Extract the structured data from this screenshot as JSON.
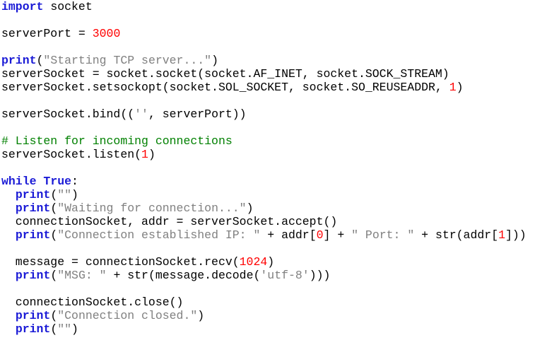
{
  "colors": {
    "keyword": "#1a1ad6",
    "string": "#808080",
    "number": "#ff0000",
    "comment": "#008000",
    "text": "#000000"
  },
  "code_lines": [
    [
      [
        "kw",
        "import"
      ],
      [
        "txt",
        " socket"
      ]
    ],
    [],
    [
      [
        "txt",
        "serverPort = "
      ],
      [
        "num",
        "3000"
      ]
    ],
    [],
    [
      [
        "kw",
        "print"
      ],
      [
        "txt",
        "("
      ],
      [
        "str",
        "\"Starting TCP server...\""
      ],
      [
        "txt",
        ")"
      ]
    ],
    [
      [
        "txt",
        "serverSocket = socket.socket(socket.AF_INET, socket.SOCK_STREAM)"
      ]
    ],
    [
      [
        "txt",
        "serverSocket.setsockopt(socket.SOL_SOCKET, socket.SO_REUSEADDR, "
      ],
      [
        "num",
        "1"
      ],
      [
        "txt",
        ")"
      ]
    ],
    [],
    [
      [
        "txt",
        "serverSocket.bind(("
      ],
      [
        "str",
        "''"
      ],
      [
        "txt",
        ", serverPort))"
      ]
    ],
    [],
    [
      [
        "com",
        "# Listen for incoming connections"
      ]
    ],
    [
      [
        "txt",
        "serverSocket.listen("
      ],
      [
        "num",
        "1"
      ],
      [
        "txt",
        ")"
      ]
    ],
    [],
    [
      [
        "kw",
        "while"
      ],
      [
        "txt",
        " "
      ],
      [
        "kw",
        "True"
      ],
      [
        "txt",
        ":"
      ]
    ],
    [
      [
        "txt",
        "  "
      ],
      [
        "kw",
        "print"
      ],
      [
        "txt",
        "("
      ],
      [
        "str",
        "\"\""
      ],
      [
        "txt",
        ")"
      ]
    ],
    [
      [
        "txt",
        "  "
      ],
      [
        "kw",
        "print"
      ],
      [
        "txt",
        "("
      ],
      [
        "str",
        "\"Waiting for connection...\""
      ],
      [
        "txt",
        ")"
      ]
    ],
    [
      [
        "txt",
        "  connectionSocket, addr = serverSocket.accept()"
      ]
    ],
    [
      [
        "txt",
        "  "
      ],
      [
        "kw",
        "print"
      ],
      [
        "txt",
        "("
      ],
      [
        "str",
        "\"Connection established IP: \""
      ],
      [
        "txt",
        " + addr["
      ],
      [
        "num",
        "0"
      ],
      [
        "txt",
        "] + "
      ],
      [
        "str",
        "\" Port: \""
      ],
      [
        "txt",
        " + str(addr["
      ],
      [
        "num",
        "1"
      ],
      [
        "txt",
        "]))"
      ]
    ],
    [],
    [
      [
        "txt",
        "  message = connectionSocket.recv("
      ],
      [
        "num",
        "1024"
      ],
      [
        "txt",
        ")"
      ]
    ],
    [
      [
        "txt",
        "  "
      ],
      [
        "kw",
        "print"
      ],
      [
        "txt",
        "("
      ],
      [
        "str",
        "\"MSG: \""
      ],
      [
        "txt",
        " + str(message.decode("
      ],
      [
        "str",
        "'utf-8'"
      ],
      [
        "txt",
        ")))"
      ]
    ],
    [],
    [
      [
        "txt",
        "  connectionSocket.close()"
      ]
    ],
    [
      [
        "txt",
        "  "
      ],
      [
        "kw",
        "print"
      ],
      [
        "txt",
        "("
      ],
      [
        "str",
        "\"Connection closed.\""
      ],
      [
        "txt",
        ")"
      ]
    ],
    [
      [
        "txt",
        "  "
      ],
      [
        "kw",
        "print"
      ],
      [
        "txt",
        "("
      ],
      [
        "str",
        "\"\""
      ],
      [
        "txt",
        ")"
      ]
    ]
  ]
}
